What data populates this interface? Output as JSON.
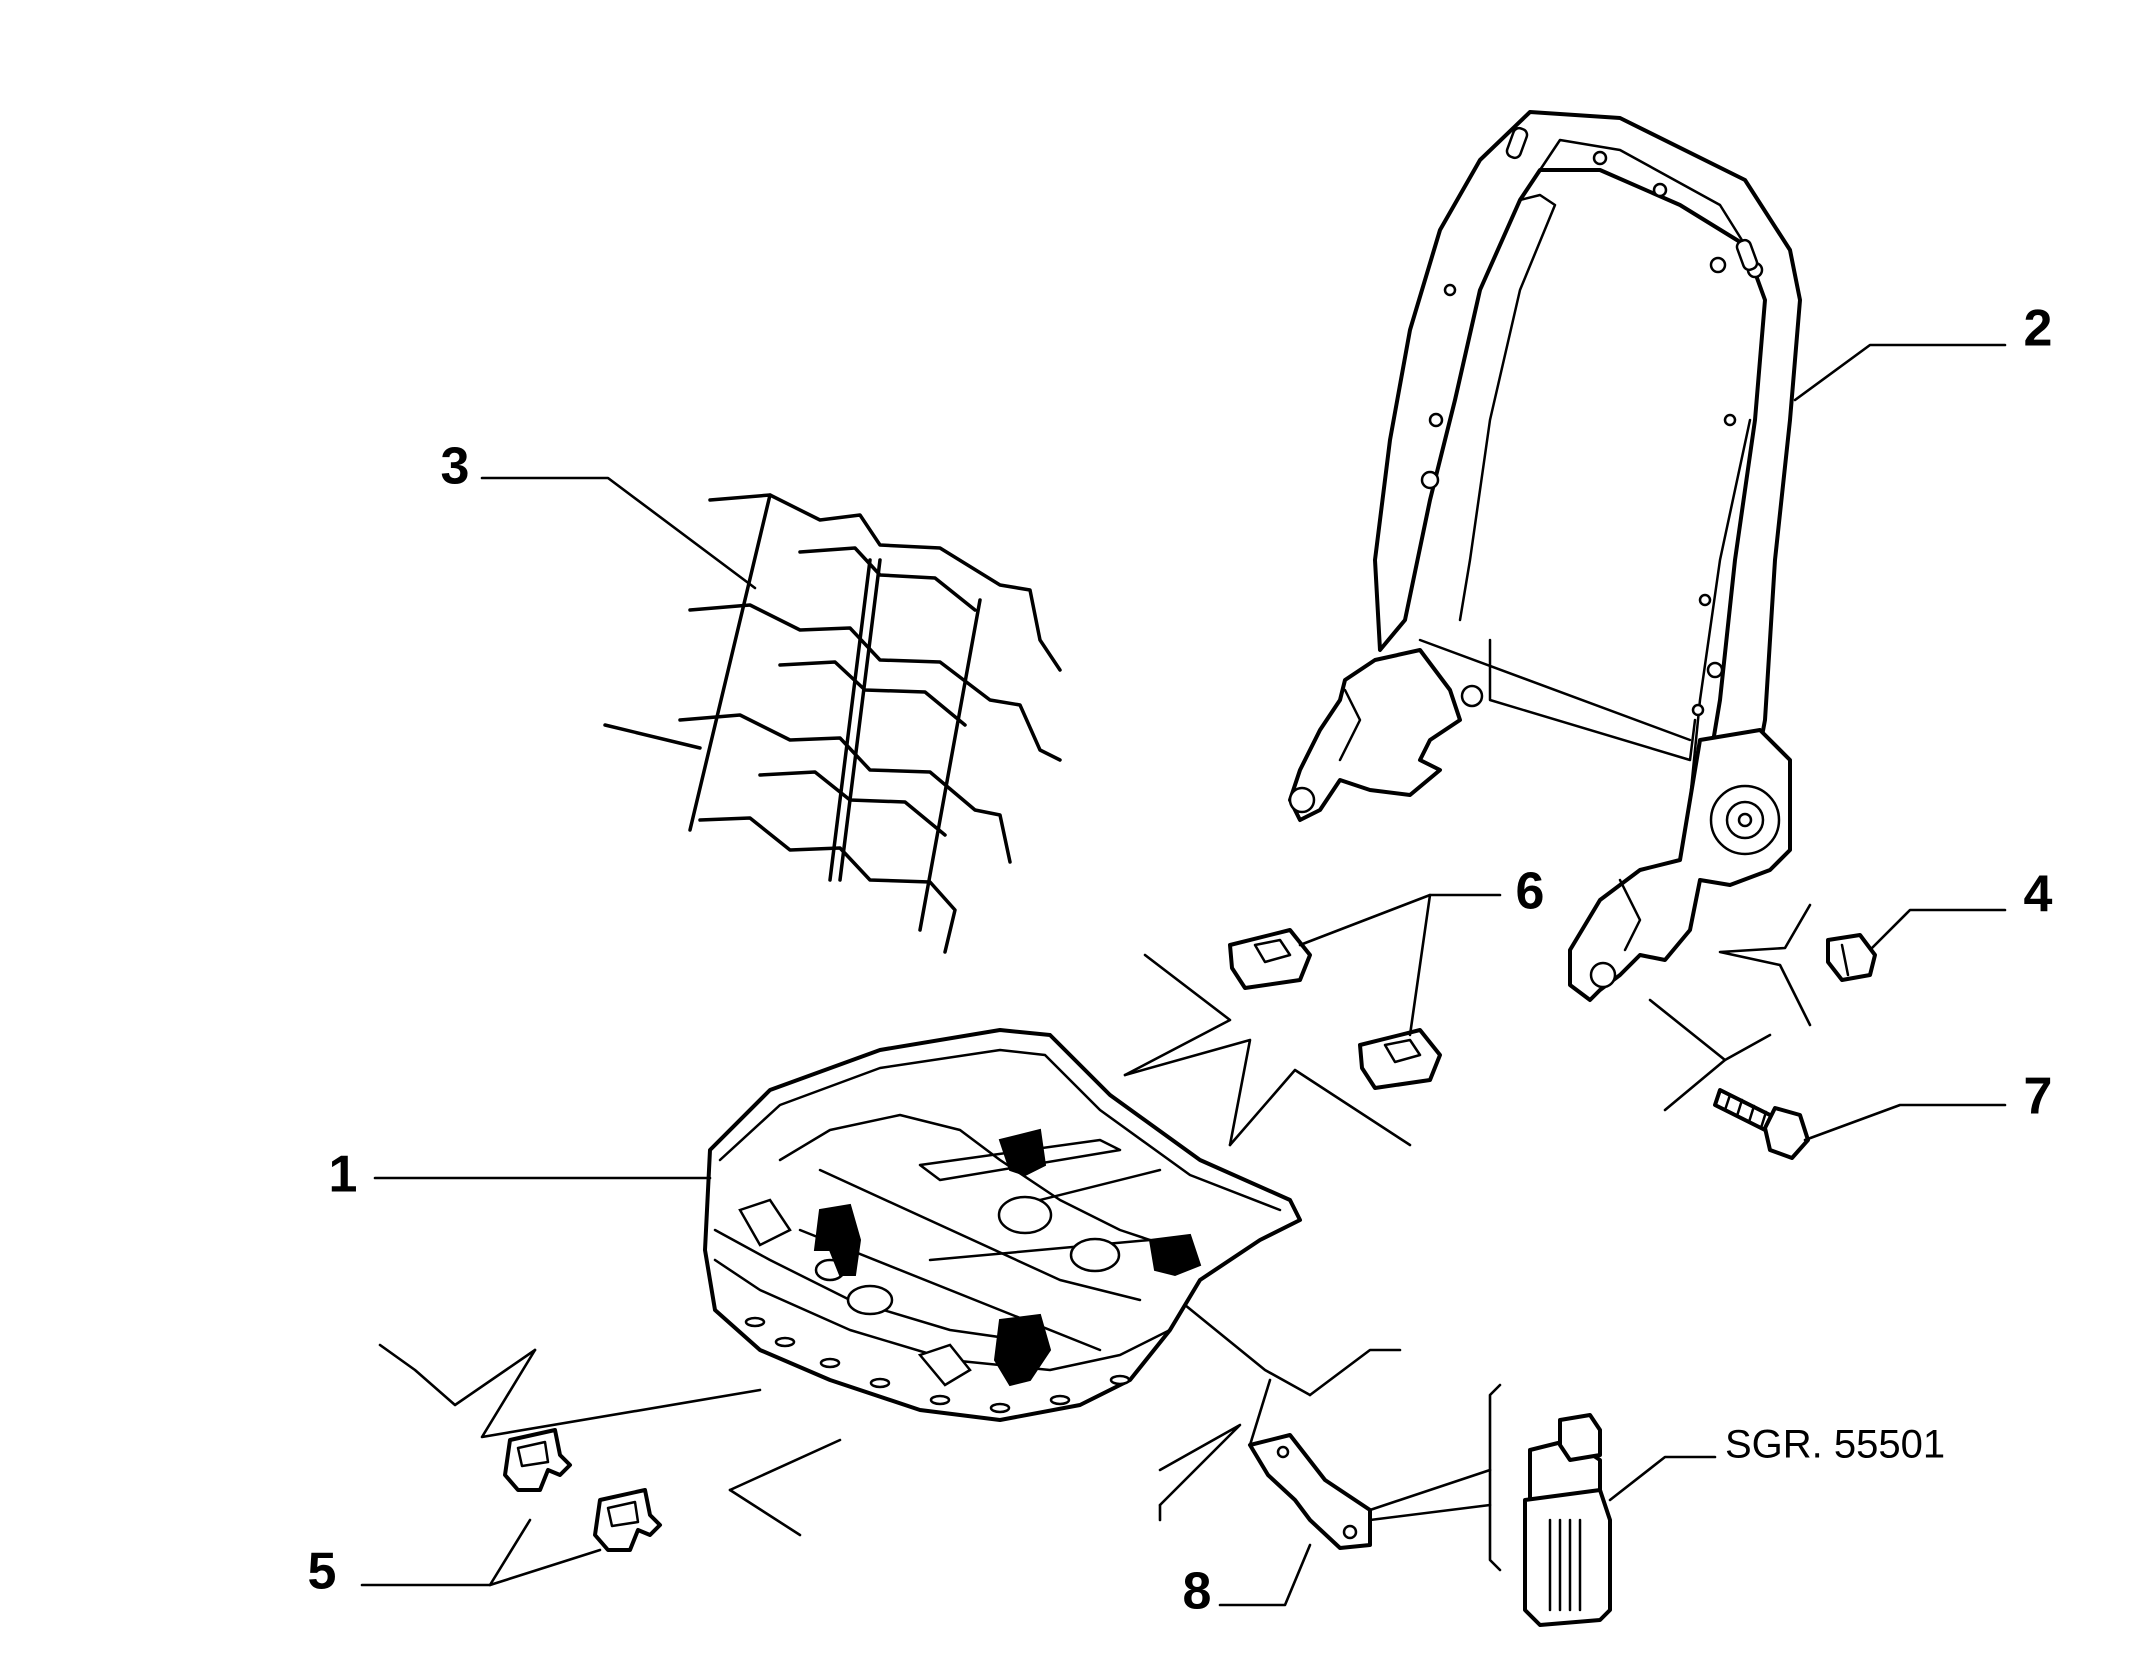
{
  "callouts": {
    "c1": "1",
    "c2": "2",
    "c3": "3",
    "c4": "4",
    "c5": "5",
    "c6": "6",
    "c7": "7",
    "c8": "8",
    "ref": "SGR. 55501"
  },
  "colors": {
    "ink": "#000000",
    "paper": "#ffffff"
  }
}
